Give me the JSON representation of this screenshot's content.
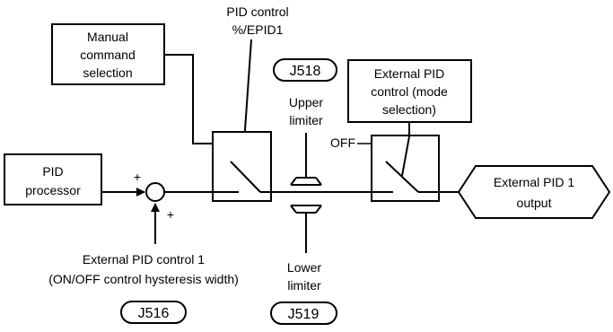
{
  "labels": {
    "pid_control_line1": "PID control",
    "pid_control_line2": "%/EPID1",
    "manual_line1": "Manual",
    "manual_line2": "command",
    "manual_line3": "selection",
    "j518": "J518",
    "upper_limiter_line1": "Upper",
    "upper_limiter_line2": "limiter",
    "ext_mode_line1": "External PID",
    "ext_mode_line2": "control (mode",
    "ext_mode_line3": "selection)",
    "off": "OFF",
    "pid_proc_line1": "PID",
    "pid_proc_line2": "processor",
    "plus_top": "+",
    "plus_bottom": "+",
    "ext_output_line1": "External PID 1",
    "ext_output_line2": "output",
    "ext_pid1_line1": "External PID control 1",
    "ext_pid1_line2": "(ON/OFF control hysteresis width)",
    "lower_limiter_line1": "Lower",
    "lower_limiter_line2": "limiter",
    "j516": "J516",
    "j519": "J519"
  }
}
